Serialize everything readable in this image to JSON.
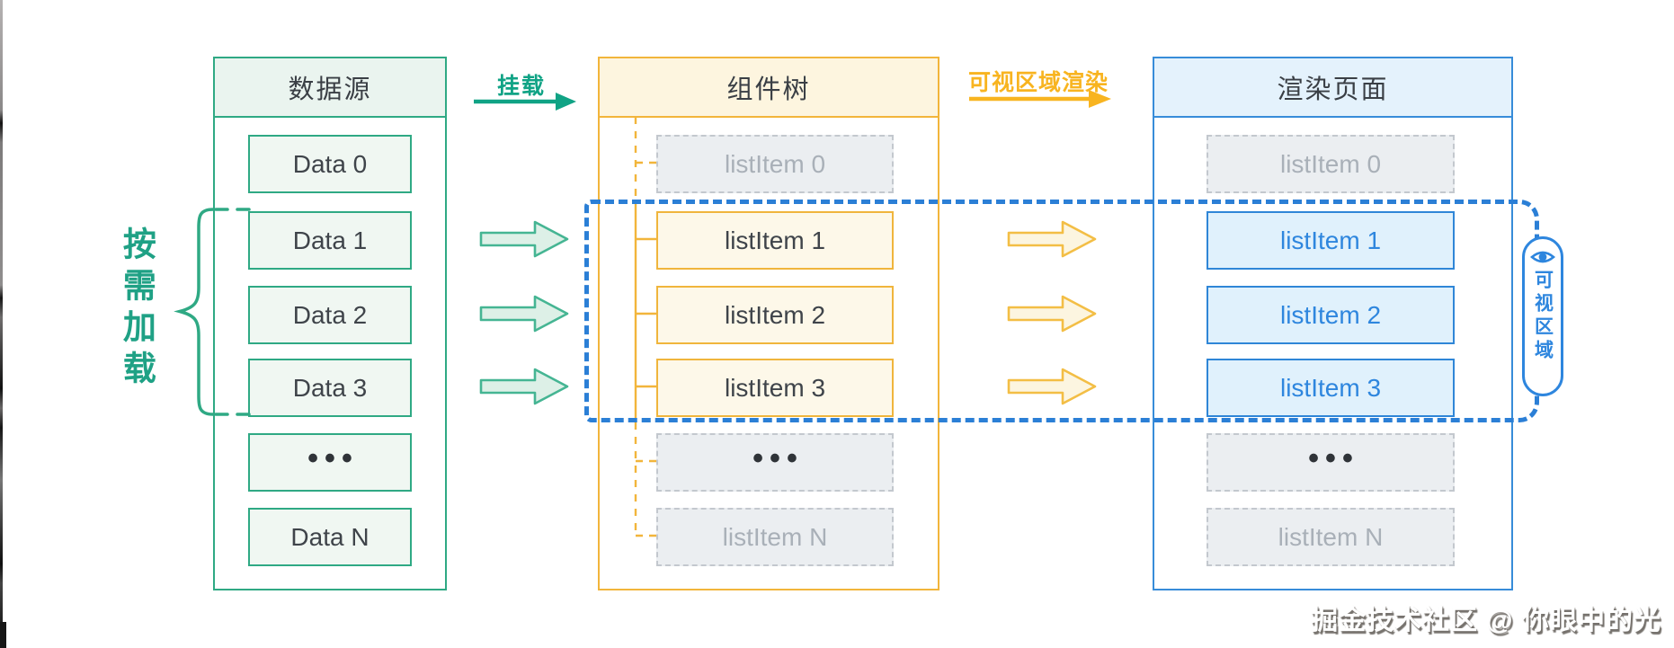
{
  "labels": {
    "mount": "挂载",
    "viewport_render": "可视区域渲染",
    "load_on_demand": "按需加载",
    "viewport": "可视区域"
  },
  "columns": {
    "source": {
      "title": "数据源",
      "items": [
        {
          "label": "Data 0",
          "state": "normal"
        },
        {
          "label": "Data 1",
          "state": "normal"
        },
        {
          "label": "Data 2",
          "state": "normal"
        },
        {
          "label": "Data 3",
          "state": "normal"
        },
        {
          "label": "•••",
          "state": "normal"
        },
        {
          "label": "Data N",
          "state": "normal"
        }
      ]
    },
    "tree": {
      "title": "组件树",
      "items": [
        {
          "label": "listItem 0",
          "state": "virtual"
        },
        {
          "label": "listItem 1",
          "state": "mounted"
        },
        {
          "label": "listItem 2",
          "state": "mounted"
        },
        {
          "label": "listItem 3",
          "state": "mounted"
        },
        {
          "label": "•••",
          "state": "virtual"
        },
        {
          "label": "listItem N",
          "state": "virtual"
        }
      ]
    },
    "render": {
      "title": "渲染页面",
      "items": [
        {
          "label": "listItem 0",
          "state": "hidden"
        },
        {
          "label": "listItem 1",
          "state": "visible"
        },
        {
          "label": "listItem 2",
          "state": "visible"
        },
        {
          "label": "listItem 3",
          "state": "visible"
        },
        {
          "label": "•••",
          "state": "hidden"
        },
        {
          "label": "listItem N",
          "state": "hidden"
        }
      ]
    }
  },
  "watermark": "掘金技术社区 @ 你眼中的光",
  "colors": {
    "teal": "#1fa185",
    "teal_border": "#2fa984",
    "orange_border": "#f0b53c",
    "yellow_accent": "#f8b420",
    "blue_accent": "#2e86de",
    "blue_dash": "#2b7fd6",
    "gray_item_bg": "#ebeef1",
    "gray_item_text": "#a9b0b8"
  }
}
